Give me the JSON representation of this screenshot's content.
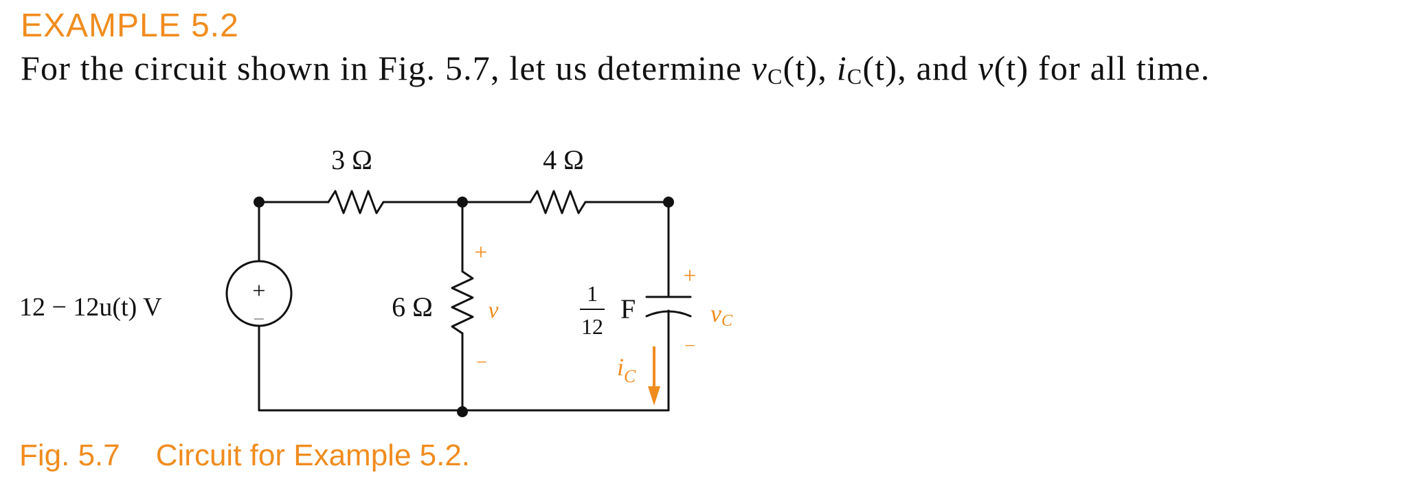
{
  "accent_color": "#f08c1e",
  "heading": "EXAMPLE 5.2",
  "statement": {
    "part1": "For the circuit shown in Fig. 5.7, let us determine ",
    "vc_symbol": "v",
    "vc_sub": "C",
    "vc_arg": "(t)",
    "sep1": ", ",
    "ic_symbol": "i",
    "ic_sub": "C",
    "ic_arg": "(t)",
    "sep2": ", and ",
    "v_symbol": "v",
    "v_arg": "(t)",
    "part2": " for all time."
  },
  "circuit": {
    "source_label": "12 − 12u(t) V",
    "source_plus": "+",
    "source_minus": "−",
    "r1_label": "3 Ω",
    "r2_label": "4 Ω",
    "r3_label": "6 Ω",
    "cap_num": "1",
    "cap_den": "12",
    "cap_unit": "F",
    "v_plus": "+",
    "v_label": "v",
    "v_minus": "−",
    "vc_plus": "+",
    "vc_label": "v",
    "vc_sub": "C",
    "vc_minus": "−",
    "ic_label": "i",
    "ic_sub": "C"
  },
  "caption": {
    "number": "Fig. 5.7",
    "text": "Circuit for Example 5.2."
  }
}
